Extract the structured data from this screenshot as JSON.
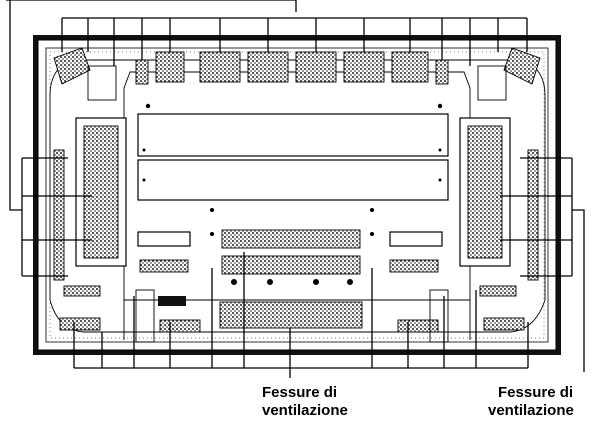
{
  "diagram": {
    "captions": {
      "bottom_center_line1": "Fessure di",
      "bottom_center_line2": "ventilazione",
      "bottom_right_line1": "Fessure di",
      "bottom_right_line2": "ventilazione"
    },
    "colors": {
      "ink": "#000000",
      "panel_fill": "#ffffff",
      "frame_fill": "#111111"
    }
  }
}
